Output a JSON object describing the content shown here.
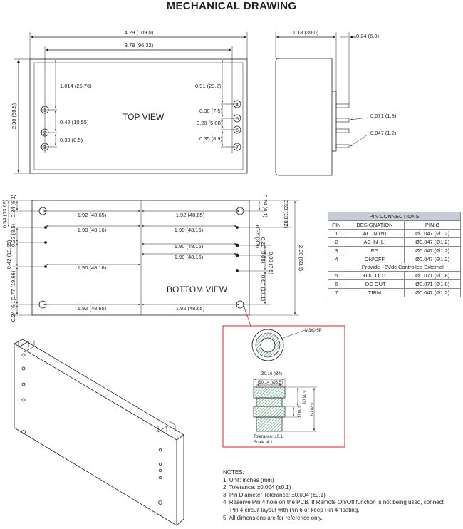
{
  "title": "MECHANICAL DRAWING",
  "top_view": {
    "label": "TOP VIEW",
    "dims": {
      "overall_width": "4.29 (109.0)",
      "inner_width": "3.79 (96.32)",
      "height": "2.30 (58.5)",
      "left_pin_offset": "1.014 (25.76)",
      "right_pin_offset": "0.91 (23.2)",
      "pin1_2": "0.42 (10.55)",
      "pin2_3": "0.33 (8.5)",
      "pin4_5": "0.30 (7.5)",
      "pin5_6": "0.20 (5.08)",
      "pin6_7": "0.35 (8.9)"
    },
    "pins": [
      "1",
      "2",
      "3",
      "4",
      "5",
      "6",
      "7"
    ]
  },
  "side_view": {
    "depth": "1.18 (30.0)",
    "pin_length": "0.24 (6.0)",
    "pin_dia_large": "0.071 (1.8)",
    "pin_dia_small": "0.047 (1.2)"
  },
  "bottom_view": {
    "label": "BOTTOM VIEW",
    "dims": {
      "h_top_left": "1.92 (48.65)",
      "h_top_right": "1.92 (48.65)",
      "h_row2_left": "1.90 (48.16)",
      "h_row2_right": "1.90 (48.16)",
      "h_row3_right": "1.90 (48.16)",
      "h_row4_right": "1.90 (48.16)",
      "h_row5_left": "1.90 (48.16)",
      "h_bottom_left": "1.92 (48.65)",
      "h_bottom_right": "1.92 (48.65)",
      "l_total": "0.54 (13.69)",
      "l_024": "0.24 (6.1)",
      "l_033": "0.33 (8.5)",
      "l_042": "0.42 (10.55)",
      "l_077": "0.77 (19.66)",
      "l_024b": "0.24 (6.1)",
      "r_024": "0.24 (6.1)",
      "r_total": "0.59 (13.82)",
      "r_035": "0.35 (8.9)",
      "r_020": "0.20 (5.08)",
      "r_030": "0.30 (7.5)",
      "r_067": "0.67 (17.1)",
      "r_height": "2.30 (58.5)"
    }
  },
  "detail": {
    "thread": "M3x0.5P",
    "d_outer": "Ø0.16 (Ø4)",
    "d_inner": "Ø0.14 (Ø3.5)",
    "h_02": "0.08 (2)",
    "h_04": "0.04 (1)",
    "h_total": "0.20 (5)",
    "tolerance": "Tolerance: ±0.1",
    "scale": "Scale: 4:1"
  },
  "pin_table": {
    "title": "PIN CONNECTIONS",
    "headers": [
      "PIN",
      "DESIGNATION",
      "PIN Ø"
    ],
    "rows": [
      {
        "pin": "1",
        "designation": "AC IN (N)",
        "dia": "Ø0.047 (Ø1.2)"
      },
      {
        "pin": "2",
        "designation": "AC IN (L)",
        "dia": "Ø0.047 (Ø1.2)"
      },
      {
        "pin": "3",
        "designation": "FG",
        "dia": "Ø0.047 (Ø1.2)"
      },
      {
        "pin": "4",
        "designation": "ON/OFF",
        "dia": "Ø0.047 (Ø1.2)"
      },
      {
        "pin": "5",
        "designation": "+DC OUT",
        "dia": "Ø0.071 (Ø1.8)"
      },
      {
        "pin": "6",
        "designation": "-DC OUT",
        "dia": "Ø0.071 (Ø1.8)"
      },
      {
        "pin": "7",
        "designation": "TRIM",
        "dia": "Ø0.047 (Ø1.2)"
      }
    ],
    "row4_note": "Provide +5Vdc Controlled External"
  },
  "notes": {
    "heading": "NOTES:",
    "items": [
      "1. Unit: inches (mm)",
      "2. Tolerance: ±0.004 (±0.1)",
      "3. Pin Diameter Tolerance: ±0.004 (±0.1)",
      "4. Reserve Pin 4 hole on the PCB. If Remote On/Off function is not being used, connect Pin 4 circuit layout with Pin 6 or keep Pin 4 floating.",
      "5. All dimensions are for reference only."
    ]
  },
  "colors": {
    "line": "#231f20",
    "detail_frame": "#d9262b",
    "table_header": "#c8ccd6",
    "thread_hatch": "#3c9a6a"
  }
}
